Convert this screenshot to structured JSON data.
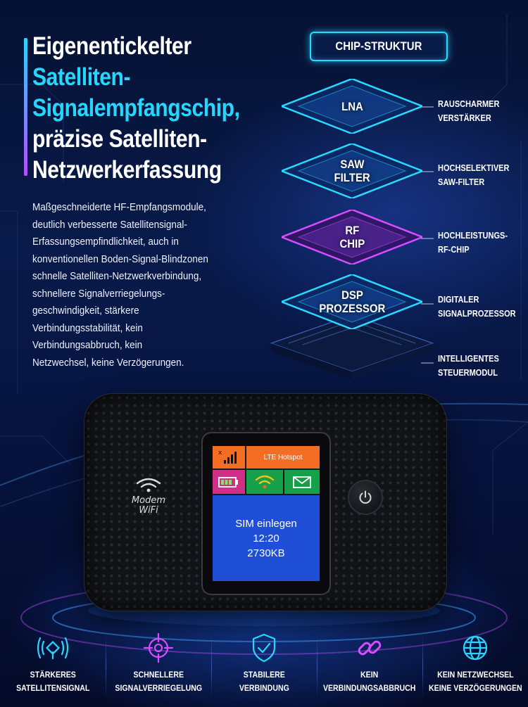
{
  "headline": {
    "line1": "Eigenentickelter",
    "line2": "Satelliten-",
    "line3": "Signalempfangschip,",
    "line4": "präzise Satelliten-",
    "line5": "Netzwerkerfassung"
  },
  "body_lines": [
    "Maßgeschneiderte HF-Empfangsmodule,",
    "deutlich verbesserte Satellitensignal-",
    "Erfassungsempfindlichkeit, auch in",
    "konventionellen Boden-Signal-Blindzonen",
    "schnelle Satelliten-Netzwerkverbindung,",
    "schnellere Signalverriegelungs-",
    "geschwindigkeit, stärkere",
    "Verbindungsstabilität, kein",
    "Verbindungsabbruch, kein",
    "Netzwechsel, keine Verzögerungen."
  ],
  "chip": {
    "title": "CHIP-STRUKTUR",
    "layers": [
      {
        "line1": "LNA",
        "line2": "",
        "color": "#2ad9ff"
      },
      {
        "line1": "SAW",
        "line2": "FILTER",
        "color": "#2ad9ff"
      },
      {
        "line1": "RF",
        "line2": "CHIP",
        "color": "#d84cff"
      },
      {
        "line1": "DSP",
        "line2": "PROZESSOR",
        "color": "#2ad9ff"
      }
    ],
    "callouts": [
      {
        "line1": "RAUSCHARMER",
        "line2": "VERSTÄRKER"
      },
      {
        "line1": "HOCHSELEKTIVER",
        "line2": "SAW-FILTER"
      },
      {
        "line1": "HOCHLEISTUNGS-",
        "line2": "RF-CHIP"
      },
      {
        "line1": "DIGITALER",
        "line2": "SIGNALPROZESSOR"
      },
      {
        "line1": "INTELLIGENTES",
        "line2": "STEUERMODUL"
      }
    ]
  },
  "device": {
    "brand_line1": "Modem",
    "brand_line2": "WiFi",
    "hotspot_label": "LTE Hotspot",
    "screen_line1": "SIM einlegen",
    "screen_line2": "12:20",
    "screen_line3": "2730KB"
  },
  "features": [
    {
      "icon": "satellite-signal-icon",
      "line1": "STÄRKERES",
      "line2": "SATELLITENSIGNAL"
    },
    {
      "icon": "crosshair-icon",
      "line1": "SCHNELLERE",
      "line2": "SIGNALVERRIEGELUNG"
    },
    {
      "icon": "shield-check-icon",
      "line1": "STABILERE",
      "line2": "VERBINDUNG"
    },
    {
      "icon": "chain-link-icon",
      "line1": "KEIN",
      "line2": "VERBINDUNGSABBRUCH"
    },
    {
      "icon": "globe-icon",
      "line1": "KEIN NETZWECHSEL",
      "line2": "KEINE VERZÖGERUNGEN"
    }
  ],
  "colors": {
    "accent_cyan": "#27d6ff",
    "accent_purple": "#b44cff",
    "screen_orange": "#f36d23",
    "screen_green": "#16a04a",
    "screen_blue": "#1f4fd6",
    "screen_magenta": "#cf2f86"
  }
}
